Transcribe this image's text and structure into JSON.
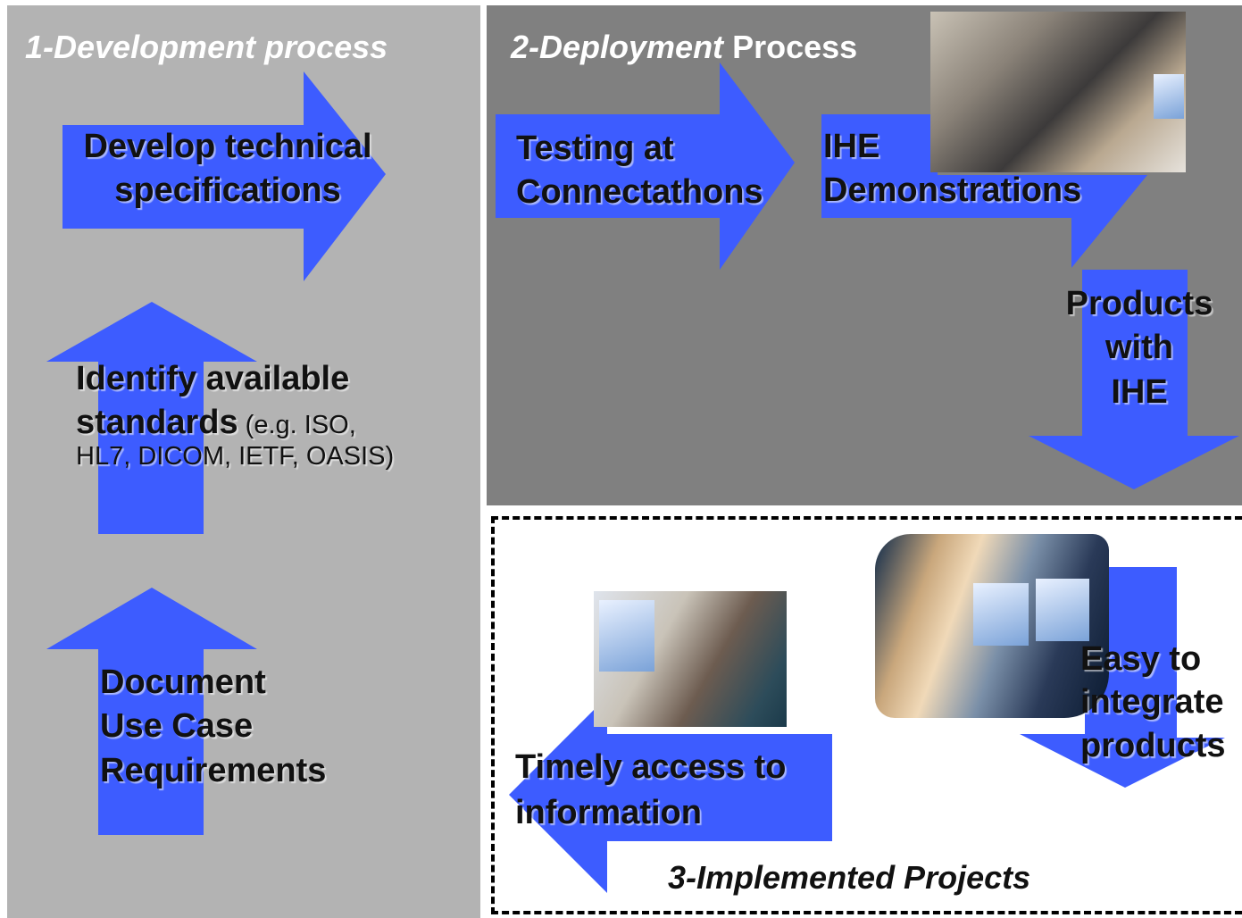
{
  "sections": {
    "development": {
      "heading_number": "1-",
      "heading_text": "Development process",
      "steps": [
        {
          "id": "document",
          "line1": "Document",
          "line2": "Use Case",
          "line3": "Requirements"
        },
        {
          "id": "identify",
          "line1": "Identify available",
          "line2": "standards",
          "line2_small": " (e.g. ISO,",
          "line3_small": "HL7, DICOM, IETF, OASIS)"
        },
        {
          "id": "develop",
          "line1": "Develop technical",
          "line2": "specifications"
        }
      ]
    },
    "deployment": {
      "heading_number": "2-",
      "heading_italic": "Deployment",
      "heading_rest": " Process",
      "steps": [
        {
          "id": "testing",
          "line1": "Testing at",
          "line2": "Connectathons"
        },
        {
          "id": "demos",
          "line1": "IHE",
          "line2": "Demonstrations"
        },
        {
          "id": "products",
          "line1": "Products",
          "line2": "with",
          "line3": "IHE"
        }
      ]
    },
    "implemented": {
      "heading": "3-Implemented Projects",
      "steps": [
        {
          "id": "integrate",
          "line1": "Easy to",
          "line2": "integrate",
          "line3": "products"
        },
        {
          "id": "timely",
          "line1": "Timely access to",
          "line2": "information"
        }
      ]
    }
  },
  "colors": {
    "arrow": "#3d5cff",
    "dev_panel": "#b3b3b3",
    "deploy_panel": "#808080",
    "heading_text": "#ffffff"
  },
  "images": [
    {
      "name": "trade-show-photo"
    },
    {
      "name": "nurse-patient-photo"
    },
    {
      "name": "doctors-monitors-photo"
    }
  ]
}
